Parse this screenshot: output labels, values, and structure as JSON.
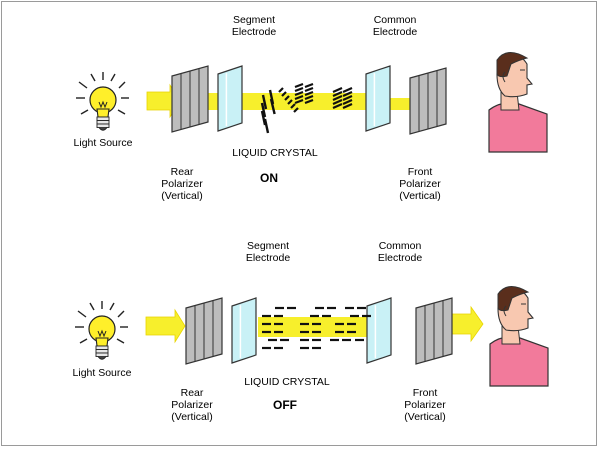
{
  "colors": {
    "beam": "#f7ef2c",
    "beam_edge": "#e8d400",
    "polarizer": "#bdbdbd",
    "electrode": "#c9f1f6",
    "skin": "#f8c8b0",
    "shirt": "#f27a9b",
    "hair": "#5a2e1c"
  },
  "panels": [
    {
      "id": "on",
      "state": "ON",
      "light_source": "Light Source",
      "segment_electrode": [
        "Segment",
        "Electrode"
      ],
      "common_electrode": [
        "Common",
        "Electrode"
      ],
      "rear_polarizer": [
        "Rear",
        "Polarizer",
        "(Vertical)"
      ],
      "front_polarizer": [
        "Front",
        "Polarizer",
        "(Vertical)"
      ],
      "liquid_crystal": "LIQUID CRYSTAL"
    },
    {
      "id": "off",
      "state": "OFF",
      "light_source": "Light Source",
      "segment_electrode": [
        "Segment",
        "Electrode"
      ],
      "common_electrode": [
        "Common",
        "Electrode"
      ],
      "rear_polarizer": [
        "Rear",
        "Polarizer",
        "(Vertical)"
      ],
      "front_polarizer": [
        "Front",
        "Polarizer",
        "(Vertical)"
      ],
      "liquid_crystal": "LIQUID CRYSTAL"
    }
  ]
}
